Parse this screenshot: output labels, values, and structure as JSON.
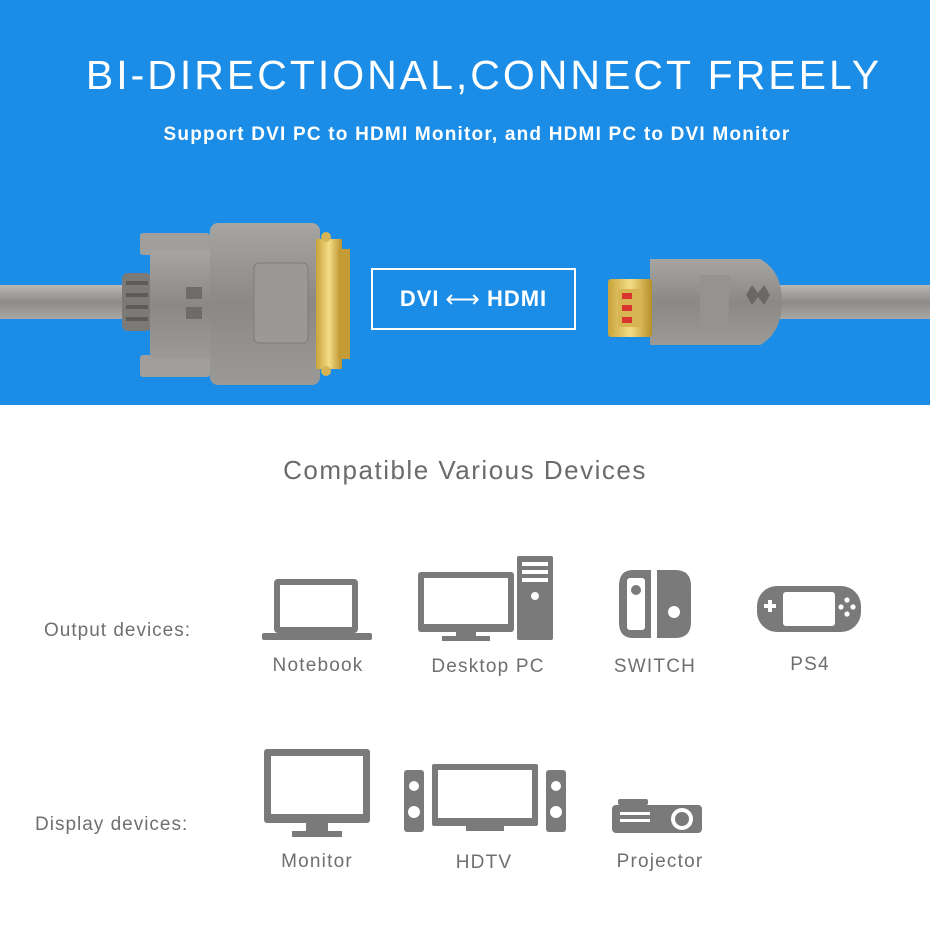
{
  "hero": {
    "title": "BI-DIRECTIONAL,CONNECT FREELY",
    "subtitle": "Support DVI PC to HDMI Monitor, and HDMI PC to DVI Monitor",
    "badge": {
      "left": "DVI",
      "arrow": "⟷",
      "right": "HDMI"
    },
    "background_color": "#1b8de6"
  },
  "compat": {
    "title": "Compatible Various Devices",
    "output_label": "Output devices:",
    "display_label": "Display devices:",
    "output_devices": [
      {
        "label": "Notebook",
        "icon": "laptop-icon"
      },
      {
        "label": "Desktop PC",
        "icon": "desktop-pc-icon"
      },
      {
        "label": "SWITCH",
        "icon": "switch-console-icon"
      },
      {
        "label": "PS4",
        "icon": "handheld-console-icon"
      }
    ],
    "display_devices": [
      {
        "label": "Monitor",
        "icon": "monitor-icon"
      },
      {
        "label": "HDTV",
        "icon": "hdtv-icon"
      },
      {
        "label": "Projector",
        "icon": "projector-icon"
      }
    ],
    "icon_color": "#7a7a7a"
  }
}
